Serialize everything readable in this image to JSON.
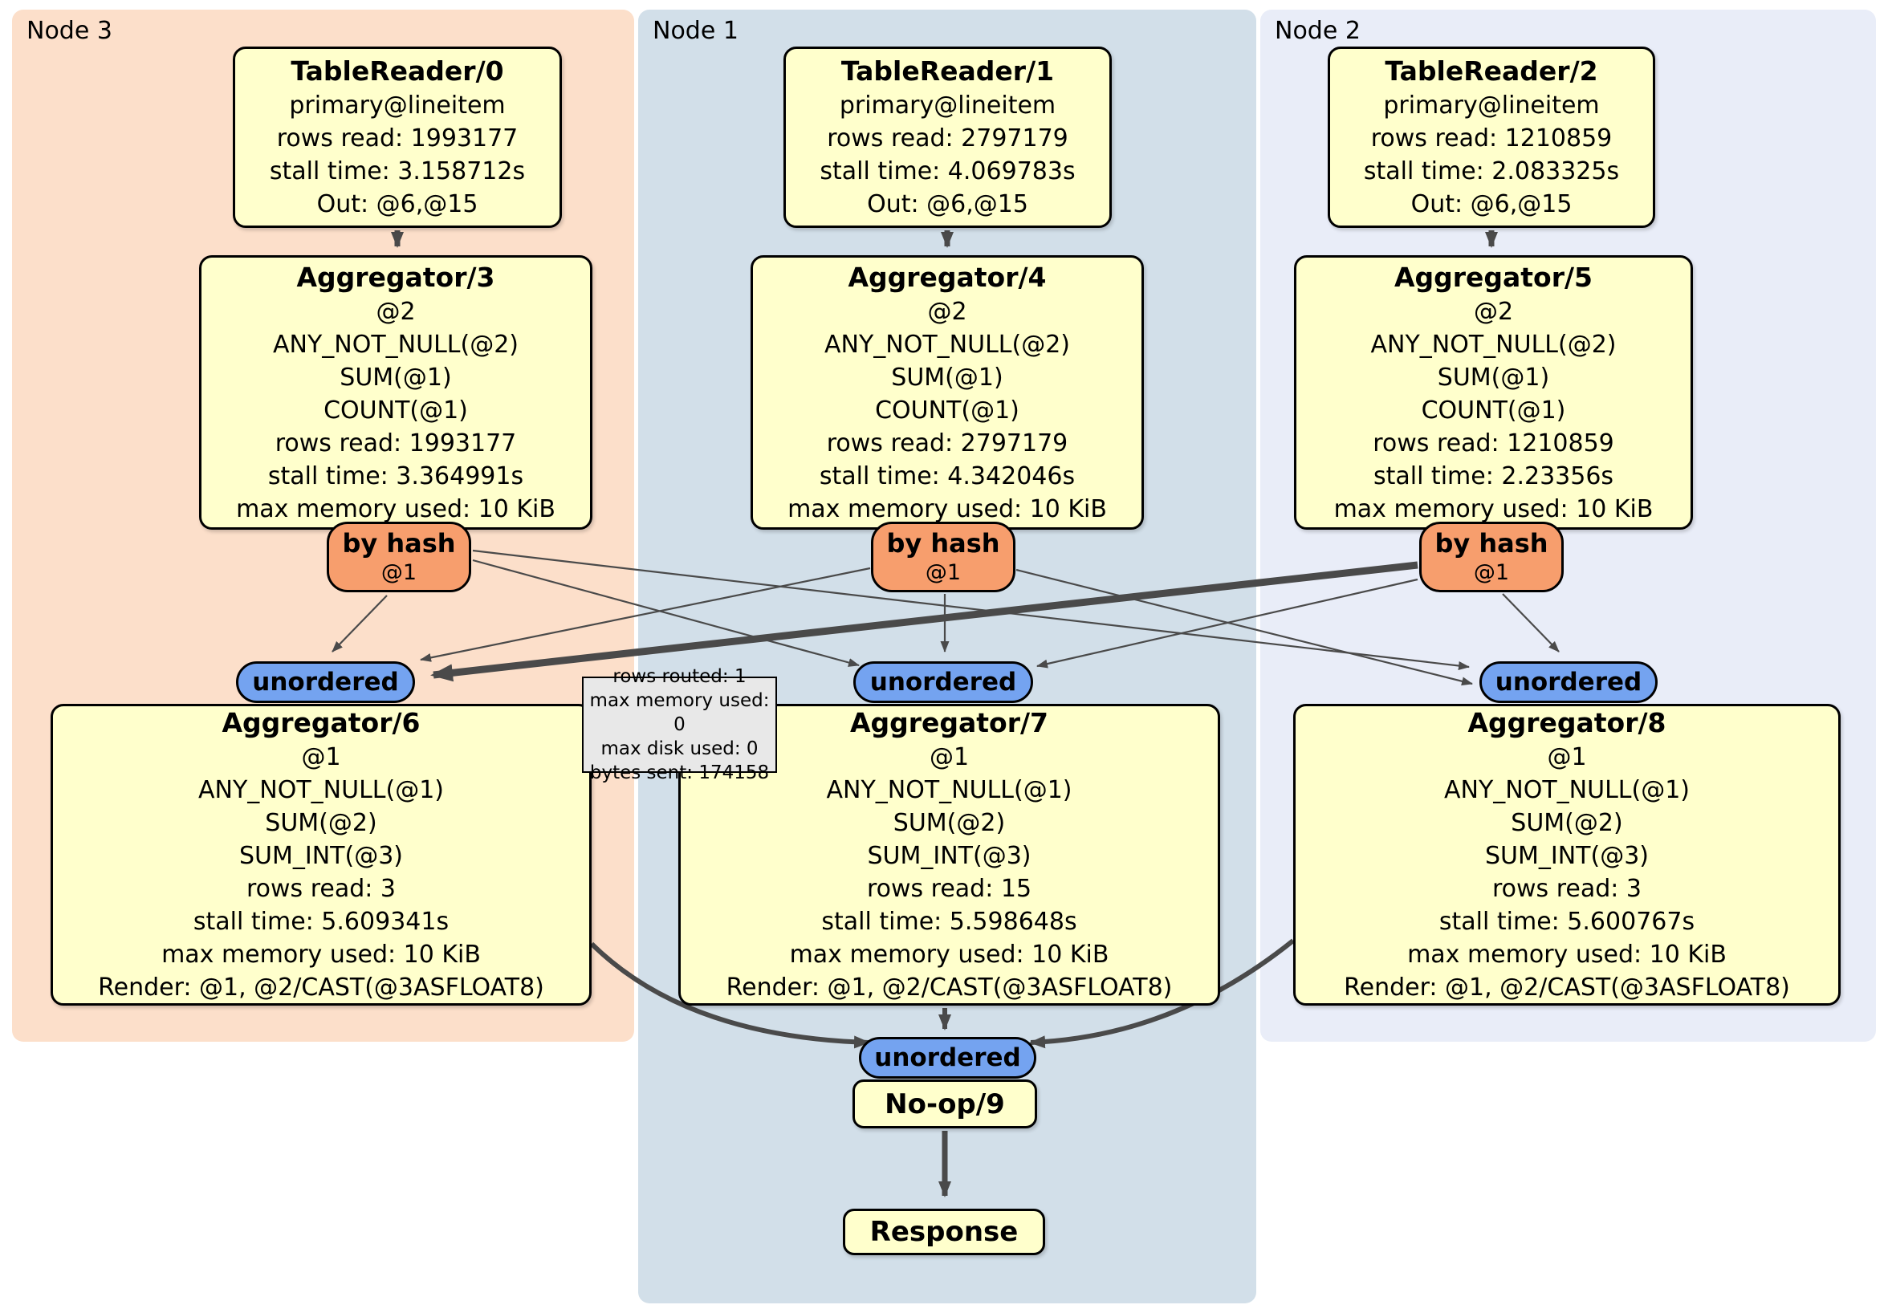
{
  "regions": [
    {
      "label": "Node 3"
    },
    {
      "label": "Node 1"
    },
    {
      "label": "Node 2"
    }
  ],
  "boxes": {
    "tr0": {
      "title": "TableReader/0",
      "lines": [
        "primary@lineitem",
        "rows read: 1993177",
        "stall time: 3.158712s",
        "Out: @6,@15"
      ]
    },
    "tr1": {
      "title": "TableReader/1",
      "lines": [
        "primary@lineitem",
        "rows read: 2797179",
        "stall time: 4.069783s",
        "Out: @6,@15"
      ]
    },
    "tr2": {
      "title": "TableReader/2",
      "lines": [
        "primary@lineitem",
        "rows read: 1210859",
        "stall time: 2.083325s",
        "Out: @6,@15"
      ]
    },
    "agg3": {
      "title": "Aggregator/3",
      "lines": [
        "@2",
        "ANY_NOT_NULL(@2)",
        "SUM(@1)",
        "COUNT(@1)",
        "rows read: 1993177",
        "stall time: 3.364991s",
        "max memory used: 10 KiB"
      ]
    },
    "agg4": {
      "title": "Aggregator/4",
      "lines": [
        "@2",
        "ANY_NOT_NULL(@2)",
        "SUM(@1)",
        "COUNT(@1)",
        "rows read: 2797179",
        "stall time: 4.342046s",
        "max memory used: 10 KiB"
      ]
    },
    "agg5": {
      "title": "Aggregator/5",
      "lines": [
        "@2",
        "ANY_NOT_NULL(@2)",
        "SUM(@1)",
        "COUNT(@1)",
        "rows read: 1210859",
        "stall time: 2.23356s",
        "max memory used: 10 KiB"
      ]
    },
    "agg6": {
      "title": "Aggregator/6",
      "lines": [
        "@1",
        "ANY_NOT_NULL(@1)",
        "SUM(@2)",
        "SUM_INT(@3)",
        "rows read: 3",
        "stall time: 5.609341s",
        "max memory used: 10 KiB",
        "Render: @1, @2/CAST(@3ASFLOAT8)"
      ]
    },
    "agg7": {
      "title": "Aggregator/7",
      "lines": [
        "@1",
        "ANY_NOT_NULL(@1)",
        "SUM(@2)",
        "SUM_INT(@3)",
        "rows read: 15",
        "stall time: 5.598648s",
        "max memory used: 10 KiB",
        "Render: @1, @2/CAST(@3ASFLOAT8)"
      ]
    },
    "agg8": {
      "title": "Aggregator/8",
      "lines": [
        "@1",
        "ANY_NOT_NULL(@1)",
        "SUM(@2)",
        "SUM_INT(@3)",
        "rows read: 3",
        "stall time: 5.600767s",
        "max memory used: 10 KiB",
        "Render: @1, @2/CAST(@3ASFLOAT8)"
      ]
    },
    "noop": {
      "title": "No-op/9"
    },
    "response": {
      "title": "Response"
    }
  },
  "routers": {
    "by_hash": {
      "title": "by hash",
      "detail": "@1"
    },
    "unordered": "unordered"
  },
  "tooltip": {
    "lines": [
      "rows routed: 1",
      "max memory used: 0",
      "max disk used: 0",
      "bytes sent: 174158"
    ]
  },
  "colors": {
    "canvas-bg": "#ffffff",
    "node3-bg": "#fcdfca",
    "node1-bg": "#d2dfe9",
    "node2-bg": "#e9edf8",
    "box-bg": "#ffffcc",
    "box-border": "#000000",
    "router-bg": "#f79e6d",
    "oval-bg": "#74a3f0",
    "tooltip-bg": "#e8e8e8",
    "edge": "#4a4a4a"
  }
}
